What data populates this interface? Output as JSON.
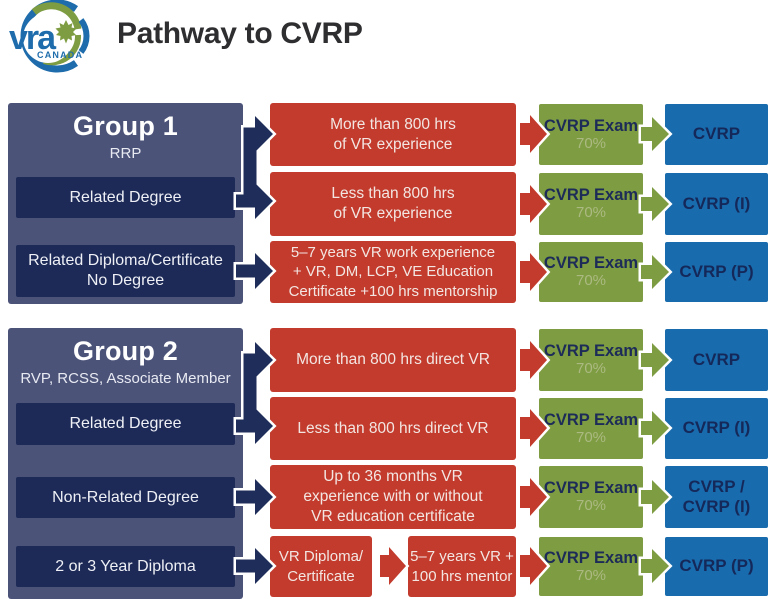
{
  "colors": {
    "panel": "#4b5379",
    "inner_navy": "#1d2a57",
    "red": "#c23b2d",
    "green": "#7e9c41",
    "blue": "#186bac",
    "arrow_navy": "#1f2d5a",
    "outline_white": "#ffffff",
    "title_text": "#2e2e31",
    "logo_blue": "#1e6cab",
    "logo_green": "#7e9c41"
  },
  "header": {
    "title": "Pathway to CVRP",
    "logo_brand": "vra",
    "logo_country": "CANADA"
  },
  "group1": {
    "title": "Group 1",
    "subtitle": "RRP",
    "option1": "Related Degree",
    "option2": "Related Diploma/Certificate\nNo Degree"
  },
  "group2": {
    "title": "Group 2",
    "subtitle": "RVP, RCSS, Associate Member",
    "option1": "Related Degree",
    "option2": "Non-Related Degree",
    "option3": "2 or 3 Year Diploma"
  },
  "rows": [
    {
      "req": "More than 800 hrs\nof VR experience",
      "exam": "CVRP Exam",
      "pass": "70%",
      "result": "CVRP"
    },
    {
      "req": "Less than 800 hrs\nof VR experience",
      "exam": "CVRP Exam",
      "pass": "70%",
      "result": "CVRP (I)"
    },
    {
      "req": "5–7 years VR work experience\n+ VR, DM, LCP, VE Education\nCertificate +100 hrs mentorship",
      "exam": "CVRP Exam",
      "pass": "70%",
      "result": "CVRP (P)"
    },
    {
      "req": "More than 800 hrs direct VR",
      "exam": "CVRP Exam",
      "pass": "70%",
      "result": "CVRP"
    },
    {
      "req": "Less than 800 hrs direct VR",
      "exam": "CVRP Exam",
      "pass": "70%",
      "result": "CVRP (I)"
    },
    {
      "req": "Up to 36 months VR\nexperience with or without\nVR education certificate",
      "exam": "CVRP Exam",
      "pass": "70%",
      "result": "CVRP /\nCVRP (I)"
    },
    {
      "req_step1": "VR Diploma/\nCertificate",
      "req_step2": "5–7 years VR +\n100 hrs mentor",
      "exam": "CVRP Exam",
      "pass": "70%",
      "result": "CVRP (P)"
    }
  ]
}
